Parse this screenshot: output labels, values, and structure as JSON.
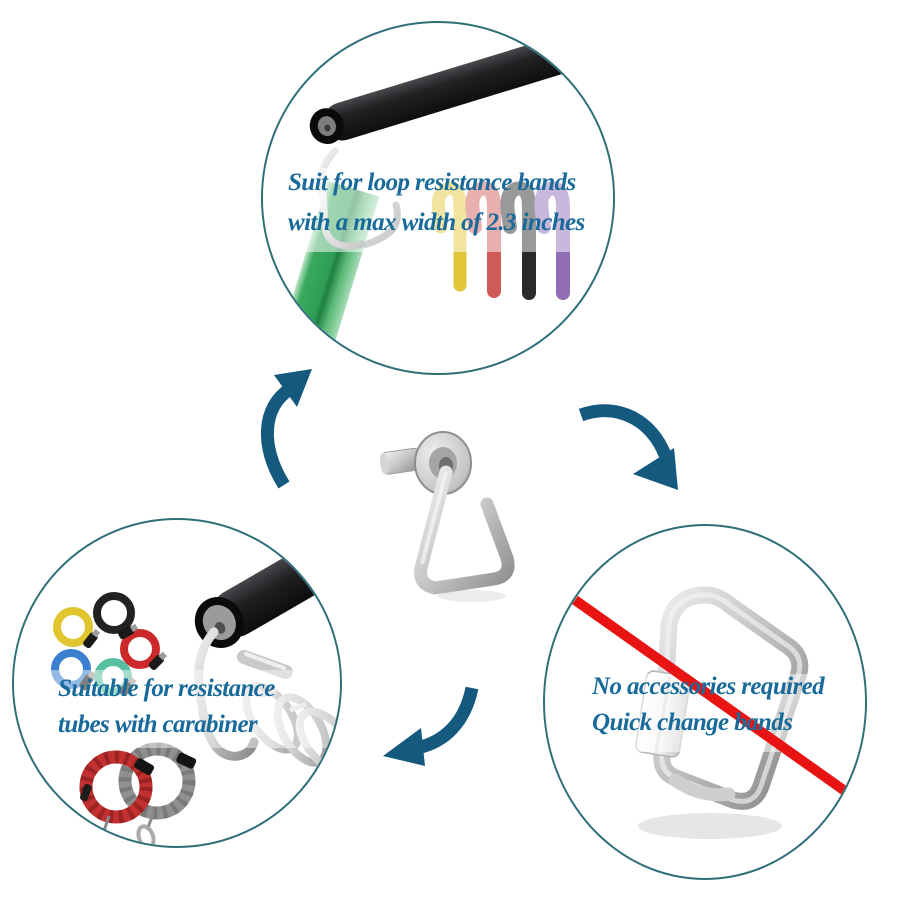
{
  "figure": {
    "background": "#ffffff",
    "type": "product-usage-diagram",
    "subject_icon": "swivel-triangle-hook-icon"
  },
  "colors": {
    "circle_ring": "#2e6f78",
    "arrow_blue": "#15597e",
    "text_blue": "#176a9a",
    "prohibited_red": "#e81414",
    "band_green": "#2f9e55",
    "bar_black": "#1b1b1d",
    "metal_silver": "#b9b9b9"
  },
  "callouts": {
    "top": {
      "line1": "Suit for loop resistance bands",
      "line2": "with a max width of 2.3 inches",
      "loop_band_colors": [
        "#e2c63a",
        "#cf5a58",
        "#2a2a2a",
        "#8f6cb4"
      ]
    },
    "bottom_left": {
      "line1": "Suitable for resistance",
      "line2": "tubes with carabiner",
      "tube_colors": [
        "#e0c52e",
        "#222222",
        "#cc2a2a",
        "#3a7fd0",
        "#57c0a0"
      ],
      "sleeved_tube_colors": [
        "#c23030",
        "#909090"
      ]
    },
    "bottom_right": {
      "line1": "No accessories required",
      "line2": "Quick change bands"
    }
  },
  "icons": {
    "arrows": [
      "curved-arrow-up-icon",
      "curved-arrow-down-right-icon",
      "curved-arrow-down-left-icon"
    ],
    "prohibition": "red-slash-icon"
  }
}
